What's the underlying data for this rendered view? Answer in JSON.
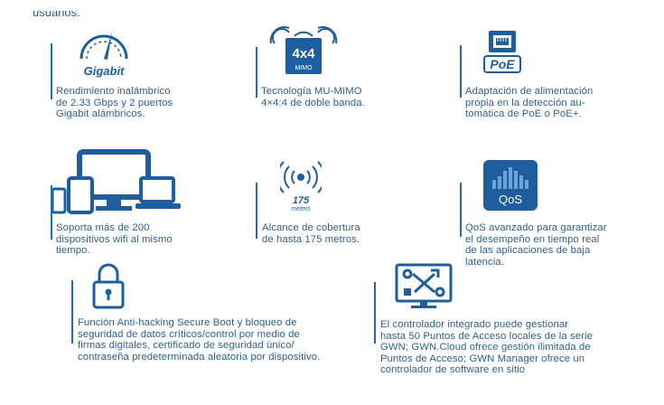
{
  "header_fragment": "usuarios.",
  "colors": {
    "accent": "#1f5e9e",
    "text": "#2f5e8f",
    "line": "#2b6aa8"
  },
  "features": [
    {
      "icon": "gauge-icon",
      "icon_label": "Gigabit",
      "text": "Rendimiento inalámbrico\nde 2.33 Gbps y 2 puertos\nGigabit alámbricos."
    },
    {
      "icon": "mimo-icon",
      "icon_label": "4x4",
      "icon_sublabel": "MIMO",
      "text": "Tecnología MU-MIMO\n4×4:4 de doble banda."
    },
    {
      "icon": "poe-icon",
      "icon_label": "PoE",
      "text": "Adaptación de alimentación\npropia en la detección au-\ntomática de PoE o PoE+."
    },
    {
      "icon": "devices-icon",
      "text": "Soporta más de 200\ndispositivos wifi al mismo\ntiempo."
    },
    {
      "icon": "range-icon",
      "icon_label": "175",
      "icon_sublabel": "meters",
      "text": "Alcance de cobertura\nde hasta 175 metros."
    },
    {
      "icon": "qos-icon",
      "icon_label": "QoS",
      "text": "QoS avanzado para garantizar\nel desempeño en tiempo real\nde las aplicaciones de baja\nlatencia."
    },
    {
      "icon": "lock-icon",
      "text": "Función Anti-hacking Secure Boot y bloqueo de\nseguridad de datos críticos/control por medio de\nfirmas digitales, certificado de seguridad único/\ncontraseña predeterminada aleatoria por dispositivo."
    },
    {
      "icon": "controller-icon",
      "text": "El controlador integrado puede gestionar\nhasta 50 Puntos de Acceso locales de la serie\nGWN; GWN.Cloud ofrece gestión ilimitada de\nPuntos de Acceso; GWN Manager ofrece un\ncontrolador de software en sitio"
    }
  ]
}
